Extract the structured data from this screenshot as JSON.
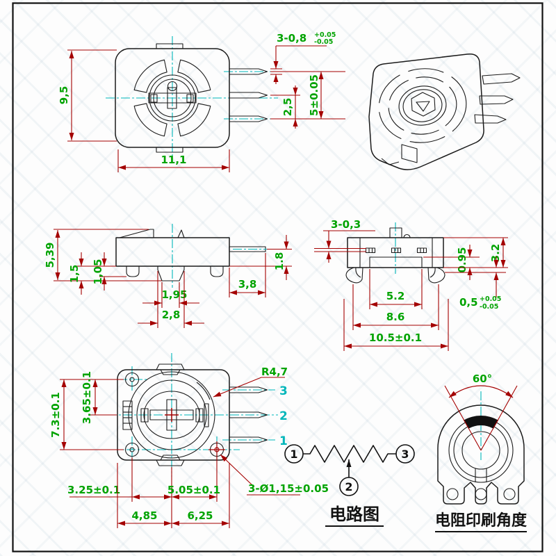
{
  "colors": {
    "outline": "#1b1b1b",
    "dimension_red": "#a40000",
    "label_green": "#00a300",
    "centerline_cyan": "#00b6ba",
    "print_area_black": "#111111"
  },
  "front_view": {
    "height": "9,5",
    "width": "11,1",
    "pin_width": "3-0,8",
    "pin_width_tol_plus": "+0.05",
    "pin_width_tol_minus": "-0.05",
    "pin_pitch": "2,5",
    "pin_span": "5±0.05"
  },
  "side_view": {
    "total_height": "5,39",
    "foot_height": "1,5",
    "boss_height": "1,05",
    "keel_bottom_width": "1,95",
    "keel_top_width": "2,8",
    "pin_length": "3,8",
    "pin_offset": "1.8"
  },
  "bottom_view": {
    "slots": "3-0,3",
    "recess_depth": "0.95",
    "body_height": "3.2",
    "inner_width": "5.2",
    "feet_span": "8.6",
    "overall_width": "10.5±0.1",
    "foot_thickness": "0,5",
    "foot_tol_plus": "+0.05",
    "foot_tol_minus": "-0.05"
  },
  "back_view": {
    "hole_span": "7.3±0.1",
    "hole_half_span": "3.65±0.1",
    "corner_radius": "R4,7",
    "hole_offset_left": "3.25±0.1",
    "hole_offset_right": "5.05±0.1",
    "left_width": "4,85",
    "right_width": "6,25",
    "mount_holes": "3-Ø1,15±0.05",
    "pin_labels": [
      "3",
      "2",
      "1"
    ]
  },
  "circuit": {
    "terminal_left": "1",
    "terminal_wiper": "2",
    "terminal_right": "3",
    "title": "电路图"
  },
  "print_angle": {
    "angle": "60°",
    "title": "电阻印刷角度"
  }
}
